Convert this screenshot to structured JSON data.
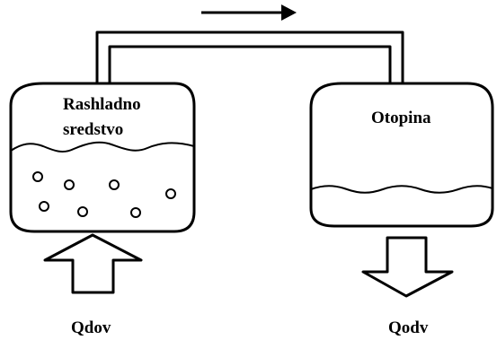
{
  "labels": {
    "left_vessel": [
      "Rashladno",
      "sredstvo"
    ],
    "right_vessel": "Otopina",
    "heat_in": "Qdov",
    "heat_out": "Qodv"
  },
  "colors": {
    "line": "#000000",
    "background": "#ffffff"
  },
  "icons": {
    "flow_direction": "arrow-right-icon",
    "heat_in_arrow": "arrow-up-icon",
    "heat_out_arrow": "arrow-down-icon"
  }
}
